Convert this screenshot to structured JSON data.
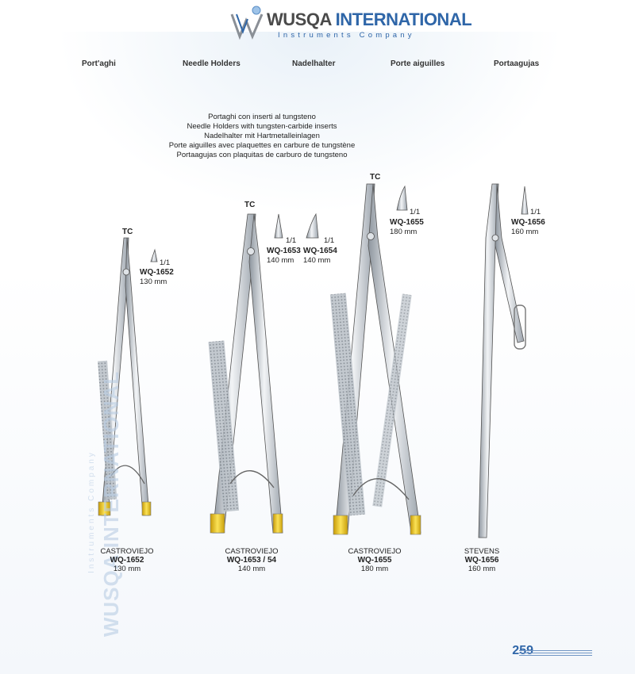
{
  "logo": {
    "brand_a": "WUSQA",
    "brand_b": " INTERNATIONAL",
    "tagline": "Instruments Company"
  },
  "watermark": {
    "main": "WUSQA INTERNATIONAL",
    "sub": "Instruments Company"
  },
  "languages": [
    "Port'aghi",
    "Needle Holders",
    "Nadelhalter",
    "Porte aiguilles",
    "Portaagujas"
  ],
  "description": [
    "Portaghi con inserti al tungsteno",
    "Needle Holders with tungsten-carbide inserts",
    "Nadelhalter mit Hartmetalleinlagen",
    "Porte aiguilles avec plaquettes en carbure de tungstène",
    "Portaagujas con plaquitas de carburo de tungsteno"
  ],
  "tc_label": "TC",
  "tip_scale": "1/1",
  "products": [
    {
      "code": "WQ-1652",
      "size": "130 mm",
      "name": "CASTROVIEJO",
      "bottom_code": "WQ-1652"
    },
    {
      "code": "WQ-1653",
      "size": "140 mm",
      "name": "CASTROVIEJO",
      "bottom_code": "WQ-1653 / 54"
    },
    {
      "code": "WQ-1654",
      "size": "140 mm"
    },
    {
      "code": "WQ-1655",
      "size": "180 mm",
      "name": "CASTROVIEJO",
      "bottom_code": "WQ-1655"
    },
    {
      "code": "WQ-1656",
      "size": "160 mm",
      "name": "STEVENS",
      "bottom_code": "WQ-1656"
    }
  ],
  "page_number": "259",
  "colors": {
    "brand_blue": "#2f66a8",
    "gold_insert": "#e8c21e",
    "steel": "#c9cfd6"
  }
}
